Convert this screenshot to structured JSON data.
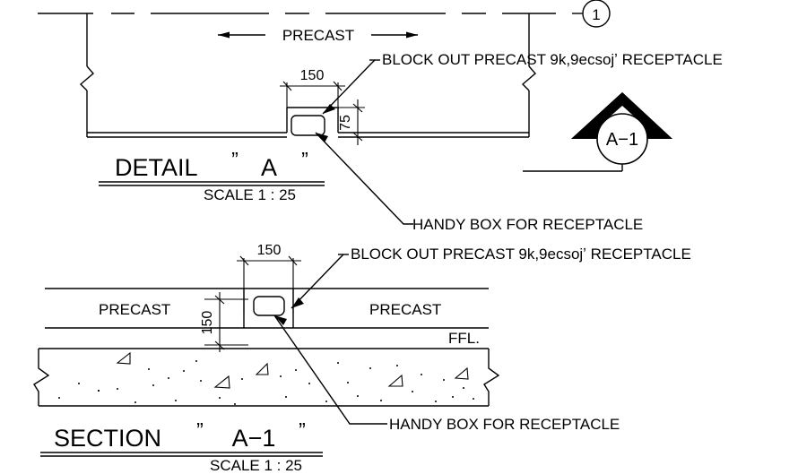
{
  "drawing": {
    "title": "Precast blockout detail for receptacle",
    "background_color": "#ffffff",
    "line_color": "#000000",
    "scale_note": "SCALE 1 : 25"
  },
  "detail_a": {
    "title_main": "DETAIL",
    "title_quote_open": "”",
    "title_ref": "A",
    "title_quote_close": "”",
    "scale": "SCALE 1 : 25",
    "precast_label": "PRECAST",
    "dim_width": "150",
    "dim_depth": "75",
    "grid_bubble": "1",
    "section_bubble": "A−1",
    "callout_blockout": "BLOCK OUT PRECAST 9k,9ecsojʼ   RECEPTACLE",
    "callout_handy_box": "HANDY BOX FOR RECEPTACLE"
  },
  "section_a1": {
    "title_main": "SECTION",
    "title_quote_open": "”",
    "title_ref": "A−1",
    "title_quote_close": "”",
    "scale": "SCALE 1 : 25",
    "precast_label_left": "PRECAST",
    "precast_label_right": "PRECAST",
    "ffl_label": "FFL.",
    "dim_width": "150",
    "dim_height": "150",
    "callout_blockout": "BLOCK OUT PRECAST 9k,9ecsojʼ   RECEPTACLE",
    "callout_handy_box": "HANDY BOX FOR RECEPTACLE"
  }
}
